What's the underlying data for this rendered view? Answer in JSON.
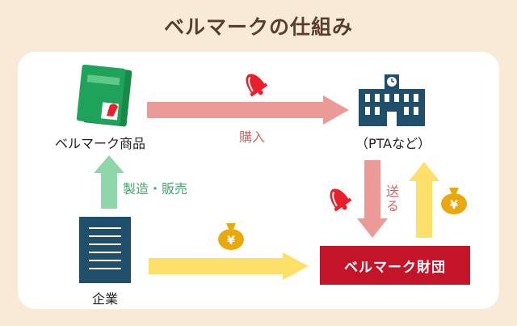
{
  "title": "ベルマークの仕組み",
  "nodes": {
    "product": "ベルマーク商品",
    "school": "（PTAなど）",
    "company": "企業",
    "foundation": "ベルマーク財団"
  },
  "edges": {
    "purchase": "購入",
    "manufacture": "製造・販売",
    "send": "送る"
  },
  "colors": {
    "background": "#f8ead7",
    "panel": "#ffffff",
    "title": "#5a3d2a",
    "pink_arrow": "#ec9a98",
    "green_arrow": "#8fd6a8",
    "yellow_arrow": "#fde069",
    "foundation_box": "#c4142a",
    "bell": "#e8202c",
    "money_bag": "#e8a90d",
    "building": "#1f4f6b",
    "book": "#1fa35a"
  },
  "icons": [
    "book-icon",
    "bell-icon",
    "school-building-icon",
    "office-building-icon",
    "money-bag-icon"
  ]
}
